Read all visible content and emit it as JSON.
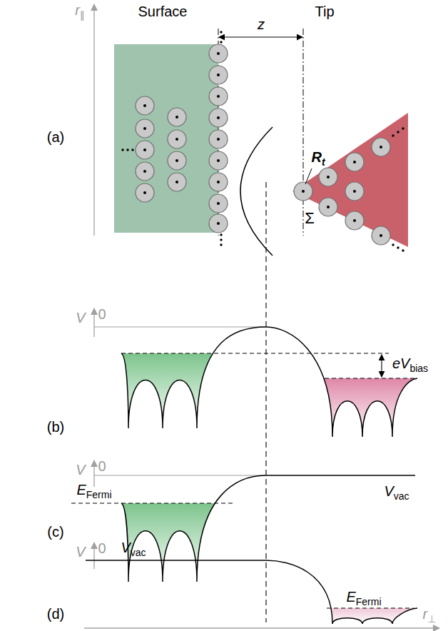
{
  "diagram": {
    "labels": [
      "r∥",
      "Surface",
      "z",
      "Tip",
      "(a)",
      "Rt",
      "Σ",
      "V",
      "0",
      "eVbias",
      "(b)",
      "V",
      "0",
      "Vvac",
      "EFermi",
      "(c)",
      "V",
      "0",
      "Vvac",
      "EFermi",
      "(d)",
      "r⊥"
    ]
  }
}
